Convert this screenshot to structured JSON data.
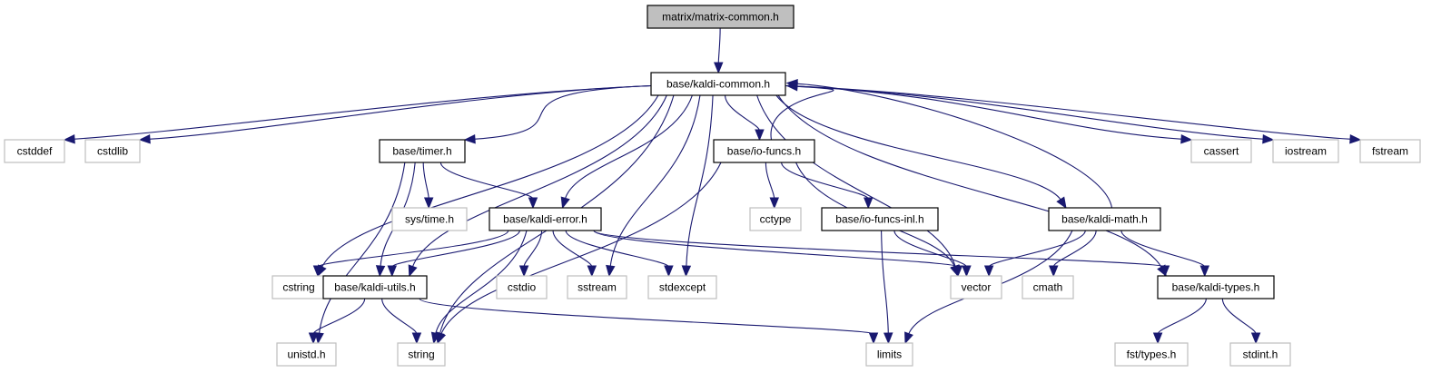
{
  "diagram": {
    "title": "matrix/matrix-common.h",
    "type": "include-dependency-graph",
    "colors": {
      "edge": "#191970",
      "root_fill": "#bfbfbf",
      "documented_border": "#000000",
      "external_border": "#bfbfbf"
    },
    "nodes": [
      {
        "id": "matrix-common",
        "label": "matrix/matrix-common.h",
        "kind": "root"
      },
      {
        "id": "kaldi-common",
        "label": "base/kaldi-common.h",
        "kind": "documented"
      },
      {
        "id": "cstddef",
        "label": "cstddef",
        "kind": "external"
      },
      {
        "id": "cstdlib",
        "label": "cstdlib",
        "kind": "external"
      },
      {
        "id": "timer",
        "label": "base/timer.h",
        "kind": "documented"
      },
      {
        "id": "io-funcs",
        "label": "base/io-funcs.h",
        "kind": "documented"
      },
      {
        "id": "cassert",
        "label": "cassert",
        "kind": "external"
      },
      {
        "id": "iostream",
        "label": "iostream",
        "kind": "external"
      },
      {
        "id": "fstream",
        "label": "fstream",
        "kind": "external"
      },
      {
        "id": "sys-time",
        "label": "sys/time.h",
        "kind": "external"
      },
      {
        "id": "kaldi-error",
        "label": "base/kaldi-error.h",
        "kind": "documented"
      },
      {
        "id": "cctype",
        "label": "cctype",
        "kind": "external"
      },
      {
        "id": "io-funcs-inl",
        "label": "base/io-funcs-inl.h",
        "kind": "documented"
      },
      {
        "id": "kaldi-math",
        "label": "base/kaldi-math.h",
        "kind": "documented"
      },
      {
        "id": "cstring",
        "label": "cstring",
        "kind": "external"
      },
      {
        "id": "kaldi-utils",
        "label": "base/kaldi-utils.h",
        "kind": "documented"
      },
      {
        "id": "cstdio",
        "label": "cstdio",
        "kind": "external"
      },
      {
        "id": "sstream",
        "label": "sstream",
        "kind": "external"
      },
      {
        "id": "stdexcept",
        "label": "stdexcept",
        "kind": "external"
      },
      {
        "id": "vector",
        "label": "vector",
        "kind": "external"
      },
      {
        "id": "cmath",
        "label": "cmath",
        "kind": "external"
      },
      {
        "id": "kaldi-types",
        "label": "base/kaldi-types.h",
        "kind": "documented"
      },
      {
        "id": "unistd",
        "label": "unistd.h",
        "kind": "external"
      },
      {
        "id": "string",
        "label": "string",
        "kind": "external"
      },
      {
        "id": "limits",
        "label": "limits",
        "kind": "external"
      },
      {
        "id": "fst-types",
        "label": "fst/types.h",
        "kind": "external"
      },
      {
        "id": "stdint",
        "label": "stdint.h",
        "kind": "external"
      }
    ],
    "edges": [
      {
        "from": "matrix-common",
        "to": "kaldi-common"
      },
      {
        "from": "kaldi-common",
        "to": "cstddef"
      },
      {
        "from": "kaldi-common",
        "to": "cstdlib"
      },
      {
        "from": "kaldi-common",
        "to": "timer"
      },
      {
        "from": "kaldi-common",
        "to": "io-funcs"
      },
      {
        "from": "kaldi-common",
        "to": "cassert"
      },
      {
        "from": "kaldi-common",
        "to": "iostream"
      },
      {
        "from": "kaldi-common",
        "to": "fstream"
      },
      {
        "from": "kaldi-common",
        "to": "kaldi-error"
      },
      {
        "from": "kaldi-common",
        "to": "kaldi-math"
      },
      {
        "from": "kaldi-common",
        "to": "cstring"
      },
      {
        "from": "kaldi-common",
        "to": "kaldi-utils"
      },
      {
        "from": "kaldi-common",
        "to": "sstream"
      },
      {
        "from": "kaldi-common",
        "to": "stdexcept"
      },
      {
        "from": "kaldi-common",
        "to": "vector"
      },
      {
        "from": "kaldi-common",
        "to": "kaldi-types"
      },
      {
        "from": "kaldi-common",
        "to": "string"
      },
      {
        "from": "io-funcs",
        "to": "kaldi-common"
      },
      {
        "from": "io-funcs",
        "to": "cctype"
      },
      {
        "from": "io-funcs",
        "to": "io-funcs-inl"
      },
      {
        "from": "io-funcs",
        "to": "vector"
      },
      {
        "from": "io-funcs",
        "to": "string"
      },
      {
        "from": "kaldi-math",
        "to": "kaldi-common"
      },
      {
        "from": "kaldi-math",
        "to": "vector"
      },
      {
        "from": "kaldi-math",
        "to": "cmath"
      },
      {
        "from": "kaldi-math",
        "to": "kaldi-types"
      },
      {
        "from": "kaldi-math",
        "to": "limits"
      },
      {
        "from": "timer",
        "to": "sys-time"
      },
      {
        "from": "timer",
        "to": "kaldi-error"
      },
      {
        "from": "timer",
        "to": "kaldi-utils"
      },
      {
        "from": "timer",
        "to": "unistd"
      },
      {
        "from": "kaldi-error",
        "to": "cstring"
      },
      {
        "from": "kaldi-error",
        "to": "kaldi-utils"
      },
      {
        "from": "kaldi-error",
        "to": "string"
      },
      {
        "from": "kaldi-error",
        "to": "cstdio"
      },
      {
        "from": "kaldi-error",
        "to": "sstream"
      },
      {
        "from": "kaldi-error",
        "to": "stdexcept"
      },
      {
        "from": "kaldi-error",
        "to": "vector"
      },
      {
        "from": "kaldi-error",
        "to": "kaldi-types"
      },
      {
        "from": "io-funcs-inl",
        "to": "limits"
      },
      {
        "from": "io-funcs-inl",
        "to": "vector"
      },
      {
        "from": "kaldi-utils",
        "to": "unistd"
      },
      {
        "from": "kaldi-utils",
        "to": "string"
      },
      {
        "from": "kaldi-utils",
        "to": "limits"
      },
      {
        "from": "kaldi-types",
        "to": "fst-types"
      },
      {
        "from": "kaldi-types",
        "to": "stdint"
      }
    ]
  }
}
